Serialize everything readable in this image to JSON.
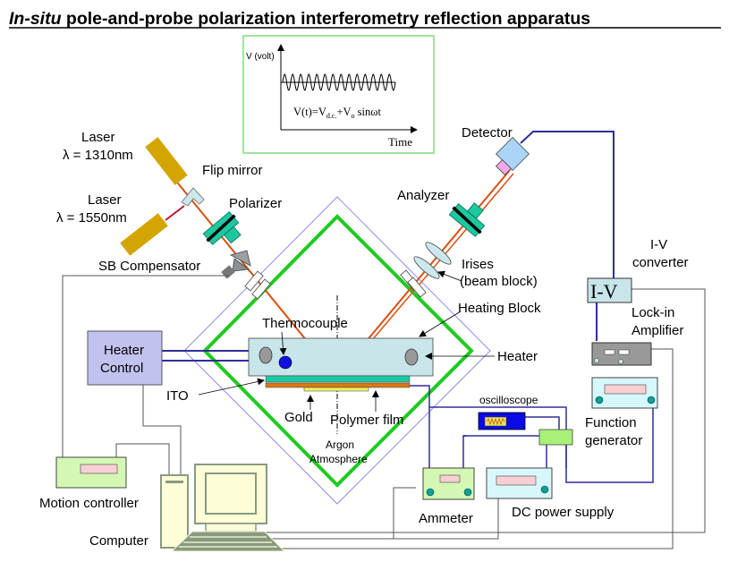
{
  "title": {
    "italic_part": "In-situ",
    "rest": " pole-and-probe polarization interferometry reflection apparatus"
  },
  "inset": {
    "y_axis_label": "V (volt)",
    "x_axis_label": "Time",
    "equation": {
      "prefix": "V(t)=V",
      "sub1": "d.c.",
      "mid": "+V",
      "sub2": "o",
      "suffix": " sinωt"
    }
  },
  "labels": {
    "laser1_line1": "Laser",
    "laser1_line2": "λ = 1310nm",
    "laser2_line1": "Laser",
    "laser2_line2": "λ = 1550nm",
    "flip_mirror": "Flip mirror",
    "polarizer": "Polarizer",
    "sb_compensator": "SB Compensator",
    "detector": "Detector",
    "analyzer": "Analyzer",
    "irises_line1": "Irises",
    "irises_line2": "(beam block)",
    "iv_converter_line1": "I-V",
    "iv_converter_line2": "converter",
    "iv_box": "I-V",
    "heating_block": "Heating Block",
    "lockin_line1": "Lock-in",
    "lockin_line2": "Amplifier",
    "thermocouple": "Thermocouple",
    "heater_control_line1": "Heater",
    "heater_control_line2": "Control",
    "heater": "Heater",
    "ito": "ITO",
    "gold": "Gold",
    "polymer_film": "Polymer film",
    "argon_line1": "Argon",
    "argon_line2": "Atmosphere",
    "oscilloscope": "oscilloscope",
    "function_gen_line1": "Function",
    "function_gen_line2": "generator",
    "motion_controller": "Motion controller",
    "ammeter": "Ammeter",
    "dc_power_supply": "DC power supply",
    "computer": "Computer"
  },
  "colors": {
    "laser_body": "#d4a500",
    "beam": "#d94f10",
    "beam_1550": "#c0143c",
    "chamber_inner": "#1ecb1e",
    "chamber_outer": "#8c8cf0",
    "wire_blue": "#2e2e9a",
    "wire_gray": "#555555",
    "optic_teal": "#1cc8a0",
    "heating_block": "#c8e6ea",
    "heater_control": "#c2c2ee",
    "detector": "#aad4f8",
    "inset_border": "#7fdc7f"
  }
}
